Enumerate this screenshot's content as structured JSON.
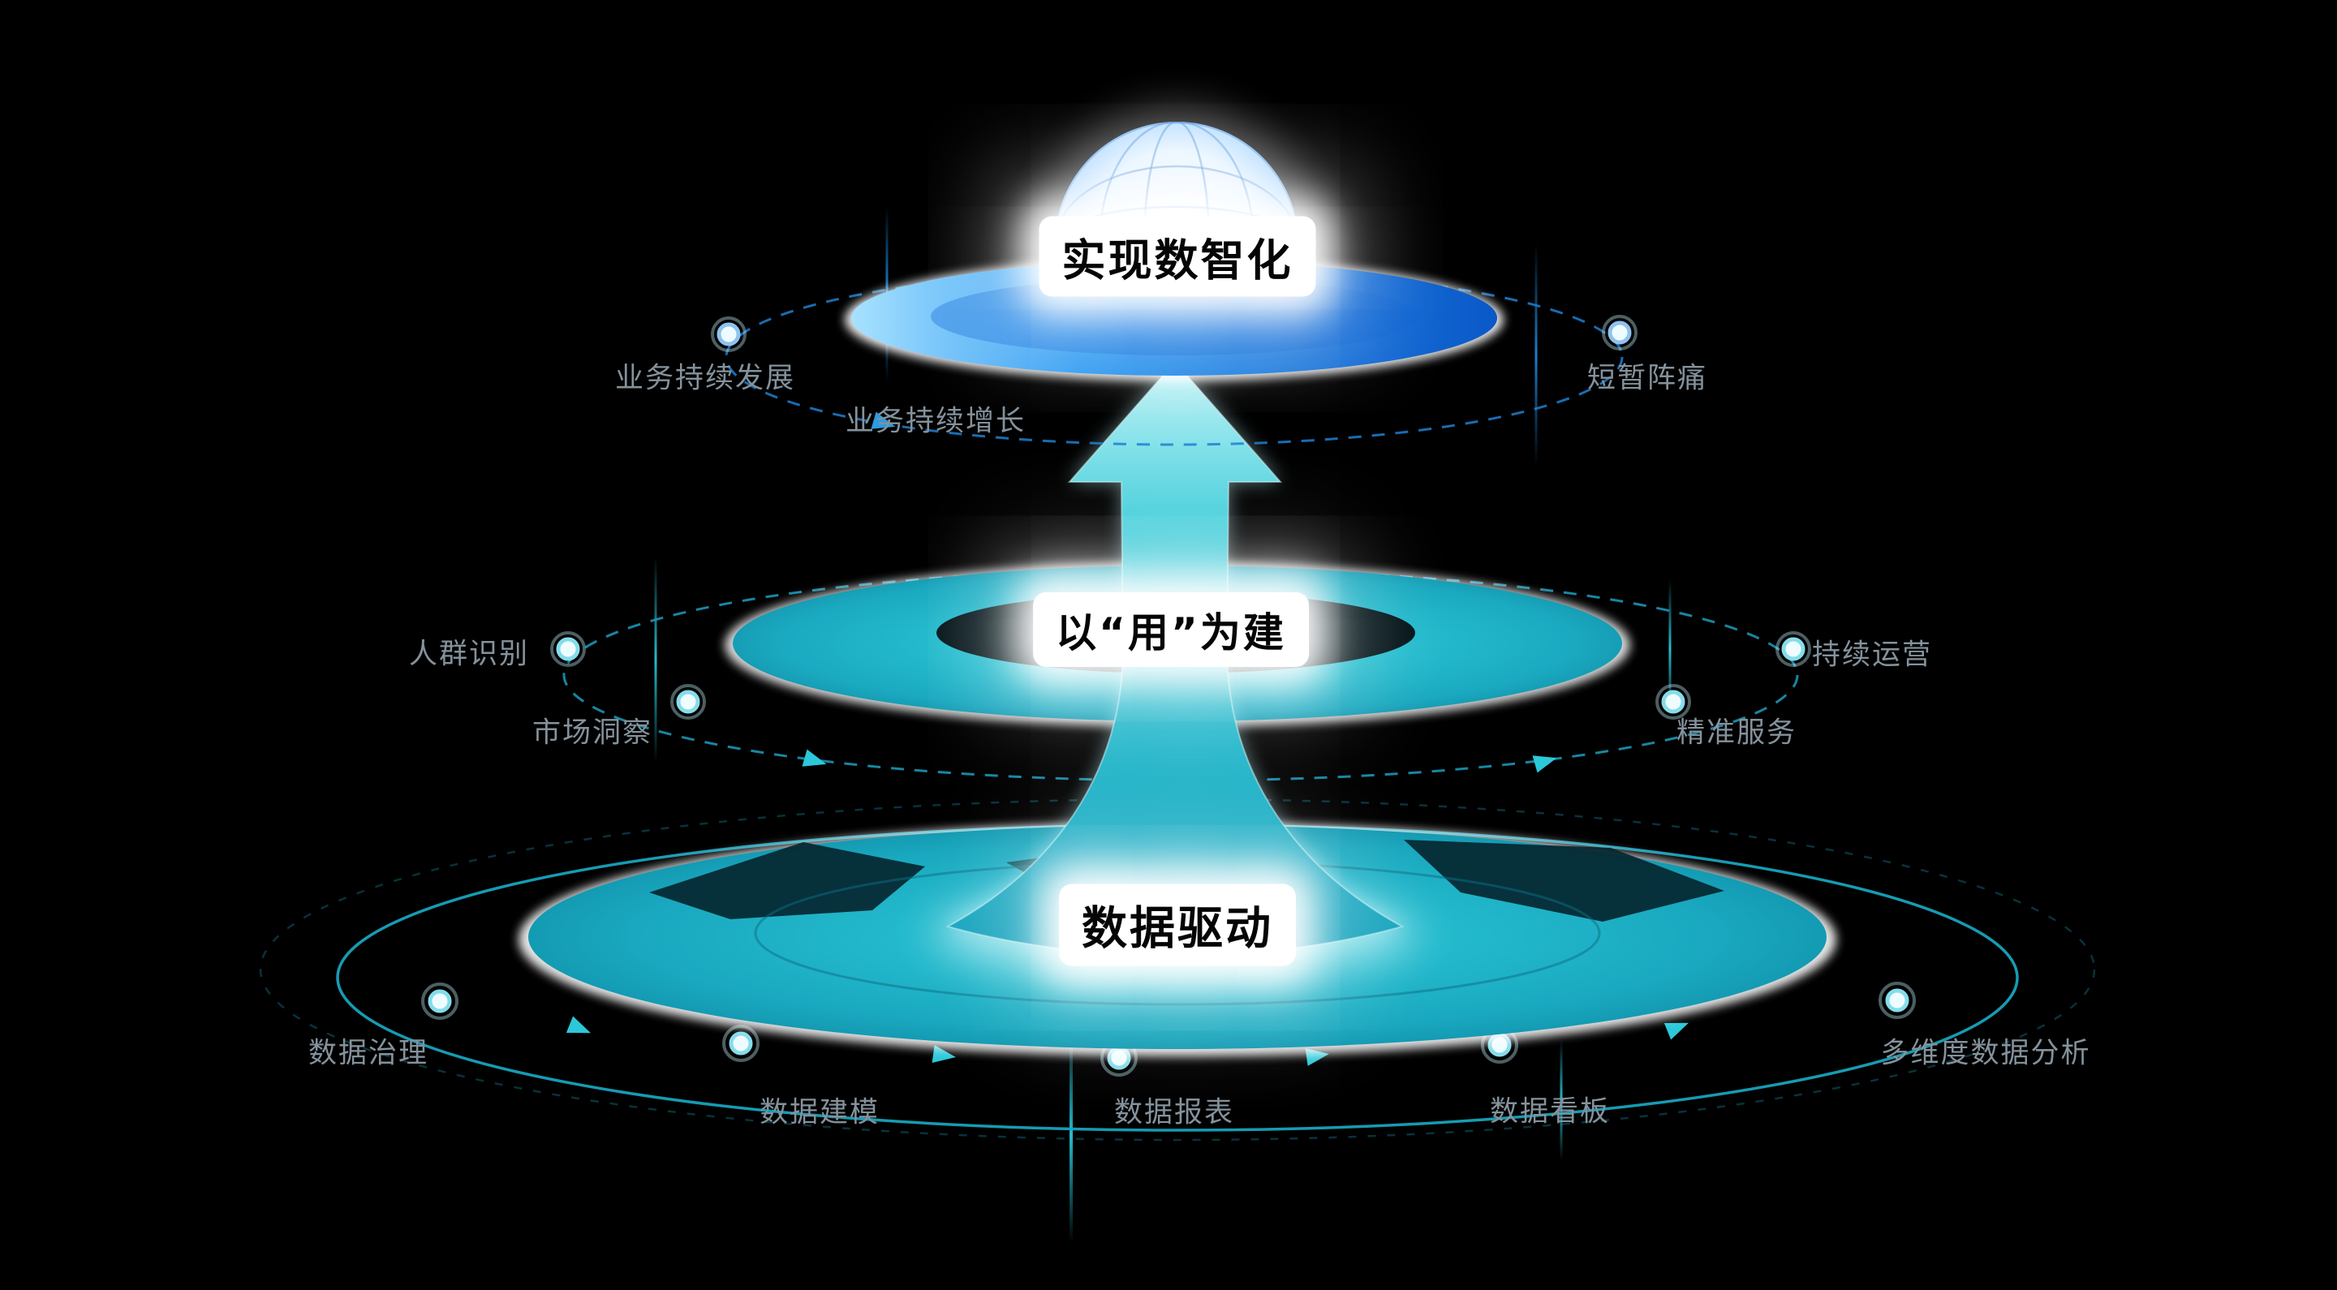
{
  "diagram": {
    "type": "layered-growth-pyramid",
    "background": "#000000",
    "tiers": {
      "top": {
        "label": "实现数智化"
      },
      "middle": {
        "label": "以“用”为建"
      },
      "bottom": {
        "label": "数据驱动"
      }
    },
    "satellites": {
      "business_sustained_development": "业务持续发展",
      "business_sustained_growth": "业务持续增长",
      "short_term_pain": "短暂阵痛",
      "crowd_identification": "人群识别",
      "market_insight": "市场洞察",
      "continuous_operation": "持续运营",
      "precision_service": "精准服务",
      "data_governance": "数据治理",
      "data_modeling": "数据建模",
      "data_reports": "数据报表",
      "data_dashboards": "数据看板",
      "multidimensional_data_analysis": "多维度数据分析"
    },
    "colors": {
      "teal": "#1db4c9",
      "teal_dark": "#0d7f97",
      "blue": "#1a7fe8",
      "satellite_text": "#84929c",
      "tier_text": "#050505",
      "glow": "#ffffff"
    }
  }
}
